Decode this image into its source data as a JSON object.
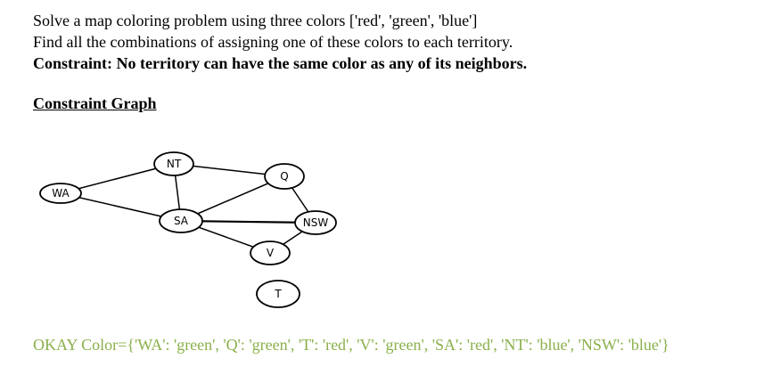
{
  "text": {
    "line1": "Solve a map coloring problem using three colors ['red', 'green', 'blue']",
    "line2": "Find all the combinations of assigning one of these colors to each territory.",
    "line3": "Constraint:  No territory can have the same color as any of its neighbors.",
    "graph_heading": "Constraint  Graph",
    "result": "OKAY Color={'WA': 'green', 'Q': 'green', 'T': 'red', 'V': 'green', 'SA': 'red', 'NT': 'blue', 'NSW': 'blue'}"
  },
  "colors": {
    "result_text": "#8ab04a",
    "graph_stroke": "#000000"
  },
  "graph": {
    "nodes": [
      {
        "id": "WA",
        "label": "WA"
      },
      {
        "id": "NT",
        "label": "NT"
      },
      {
        "id": "SA",
        "label": "SA"
      },
      {
        "id": "Q",
        "label": "Q"
      },
      {
        "id": "NSW",
        "label": "NSW"
      },
      {
        "id": "V",
        "label": "V"
      },
      {
        "id": "T",
        "label": "T"
      }
    ],
    "edges": [
      [
        "WA",
        "NT"
      ],
      [
        "WA",
        "SA"
      ],
      [
        "NT",
        "SA"
      ],
      [
        "NT",
        "Q"
      ],
      [
        "SA",
        "Q"
      ],
      [
        "SA",
        "NSW"
      ],
      [
        "SA",
        "V"
      ],
      [
        "Q",
        "NSW"
      ],
      [
        "NSW",
        "V"
      ]
    ]
  }
}
